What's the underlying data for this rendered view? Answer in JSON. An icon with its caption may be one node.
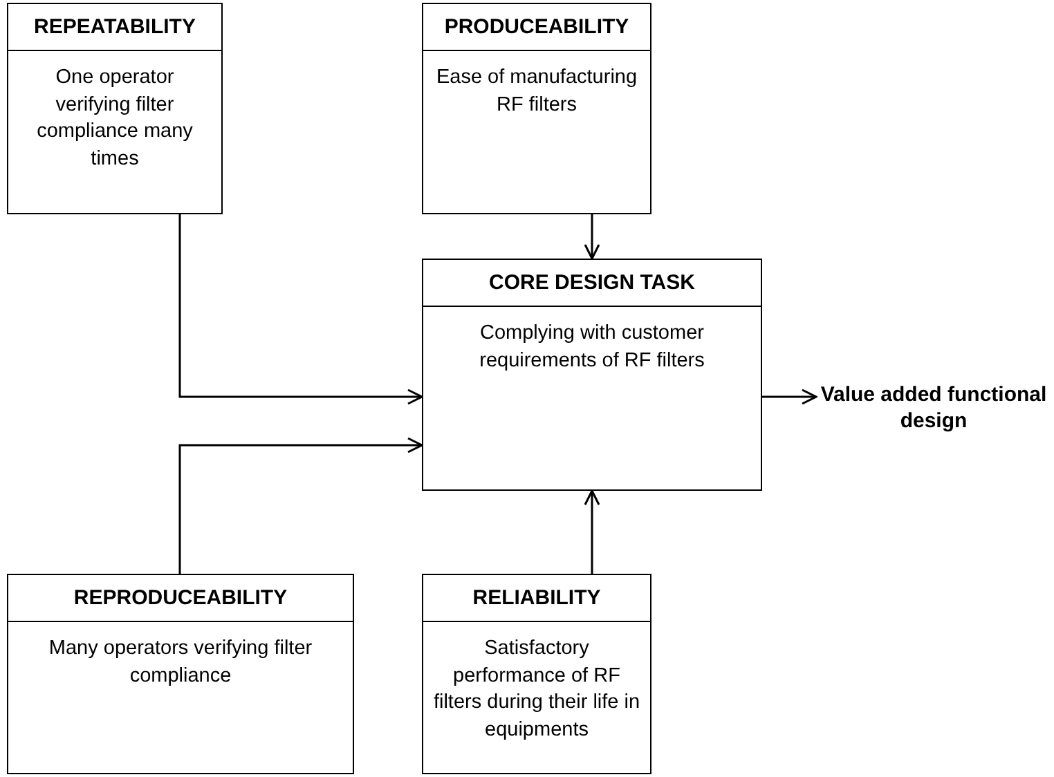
{
  "diagram": {
    "nodes": [
      {
        "text": [
          "REPEATABILITY",
          "One operator verifying filter compliance many times"
        ]
      },
      {
        "text": [
          "PRODUCEABILITY",
          "Ease of manufacturing RF filters"
        ]
      },
      {
        "text": [
          "CORE DESIGN TASK",
          "Complying with customer requirements of RF filters"
        ]
      },
      {
        "text": [
          "Value added functional design"
        ]
      },
      {
        "text": [
          "REPRODUCEABILITY",
          "Many operators verifying filter compliance"
        ]
      },
      {
        "text": [
          "RELIABILITY",
          "Satisfactory performance of RF filters during their life in equipments"
        ]
      }
    ],
    "edges": [
      {
        "from": 0,
        "to": 2,
        "arrow": "to"
      },
      {
        "from": 1,
        "to": 2,
        "arrow": "to"
      },
      {
        "from": 4,
        "to": 2,
        "arrow": "to"
      },
      {
        "from": 5,
        "to": 2,
        "arrow": "to"
      },
      {
        "from": 2,
        "to": 3,
        "arrow": "to"
      }
    ]
  }
}
